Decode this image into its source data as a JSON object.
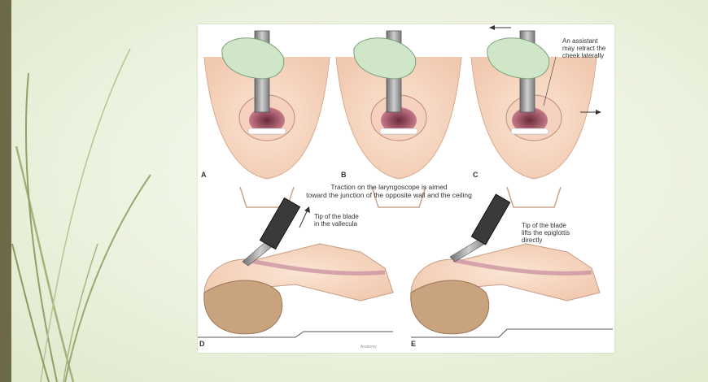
{
  "slide": {
    "accent_color": "#6d6a4a",
    "background_color": "#eef4e2"
  },
  "figure": {
    "panels": [
      "A",
      "B",
      "C",
      "D",
      "E"
    ],
    "assistant_note": "An assistant\nmay retract the\ncheek laterally",
    "caption_line1": "Traction on the laryngoscope is aimed",
    "caption_line2": "toward the junction of the opposite wall and the ceiling",
    "blade_vallecula": "Tip of the blade\nin the vallecula",
    "blade_epiglottis": "Tip of the blade\nlifts the epiglottis\ndirectly",
    "credit": "Anatomy"
  }
}
